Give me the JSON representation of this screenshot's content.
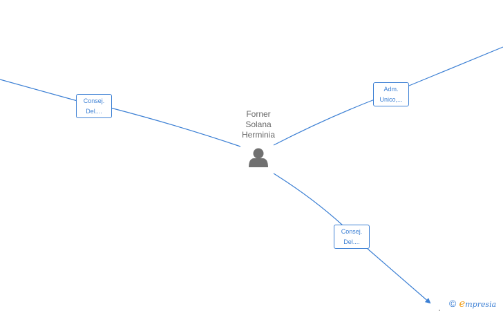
{
  "person": {
    "name_lines": [
      "Forner",
      "Solana",
      "Herminia"
    ],
    "icon": "person-icon"
  },
  "relations": [
    {
      "lines": [
        "Consej.",
        "Del...."
      ]
    },
    {
      "lines": [
        "Adm.",
        "Unico,..."
      ]
    },
    {
      "lines": [
        "Consej.",
        "Del...."
      ]
    }
  ],
  "watermark": {
    "copyright_symbol": "©",
    "brand_initial": "e",
    "brand_rest": "mpresia"
  },
  "colors": {
    "edge": "#3b7fd4",
    "text_person": "#666666",
    "icon": "#707070",
    "brand_accent": "#f0a020"
  }
}
